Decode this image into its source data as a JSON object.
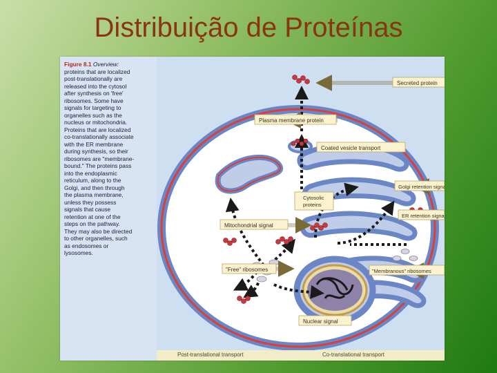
{
  "slide": {
    "title": "Distribuição de Proteínas"
  },
  "figure": {
    "number": "Figure 8.1",
    "overview_label": "Overview:",
    "caption_lines": [
      "proteins that are localized",
      "post-translationally are",
      "released into the cytosol",
      "after synthesis on 'free'",
      "ribosomes. Some have",
      "signals for targeting to",
      "organelles such as the",
      "nucleus or mitochondria.",
      "Proteins that are localized",
      "co-translationally associate",
      "with the ER membrane",
      "during synthesis, so their",
      "ribosomes are \"membrane-",
      "bound.\" The proteins pass",
      "into the endoplasmic",
      "reticulum, along to the",
      "Golgi, and then through",
      "the plasma membrane,",
      "unless they possess",
      "signals that cause",
      "retention at one of the",
      "steps on the pathway.",
      "They may also be directed",
      "to other organelles, such",
      "as endosomes or",
      "lysosomes."
    ],
    "labels": {
      "secreted_protein": "Secreted protein",
      "plasma_membrane_protein": "Plasma membrane protein",
      "coated_vesicle_transport": "Coated vesicle transport",
      "golgi_retention_signal": "Golgi retention signal",
      "er_retention_signal": "ER retention signal",
      "cytosolic_proteins": "Cytosolic\nproteins",
      "mitochondrial_signal": "Mitochondrial signal",
      "free_ribosomes": "\"Free\" ribosomes",
      "membranous_ribosomes": "\"Membranous\" ribosomes",
      "nuclear_signal": "Nuclear signal"
    },
    "footer": {
      "left": "Post-translational transport",
      "right": "Co-translational transport"
    },
    "colors": {
      "title": "#8a3412",
      "membrane_red": "#d8403a",
      "membrane_blue": "#6a86c4",
      "protein": "#c9373f",
      "label_box": "#fbf2cf",
      "caption_panel": "#d8e3f3"
    }
  }
}
